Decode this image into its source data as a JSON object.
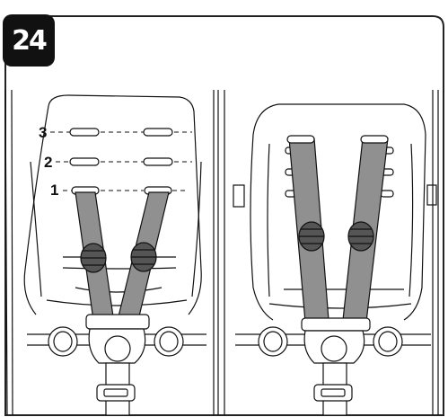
{
  "step": {
    "number": "24"
  },
  "slot_labels": [
    "3",
    "2",
    "1"
  ],
  "colors": {
    "strap": "#909090",
    "line": "#111111",
    "badge": "#111111",
    "frame": "#222222"
  },
  "panels": [
    {
      "id": "left",
      "state": "harness on lowest slot (1)"
    },
    {
      "id": "right",
      "state": "harness threaded through upper slots"
    }
  ]
}
